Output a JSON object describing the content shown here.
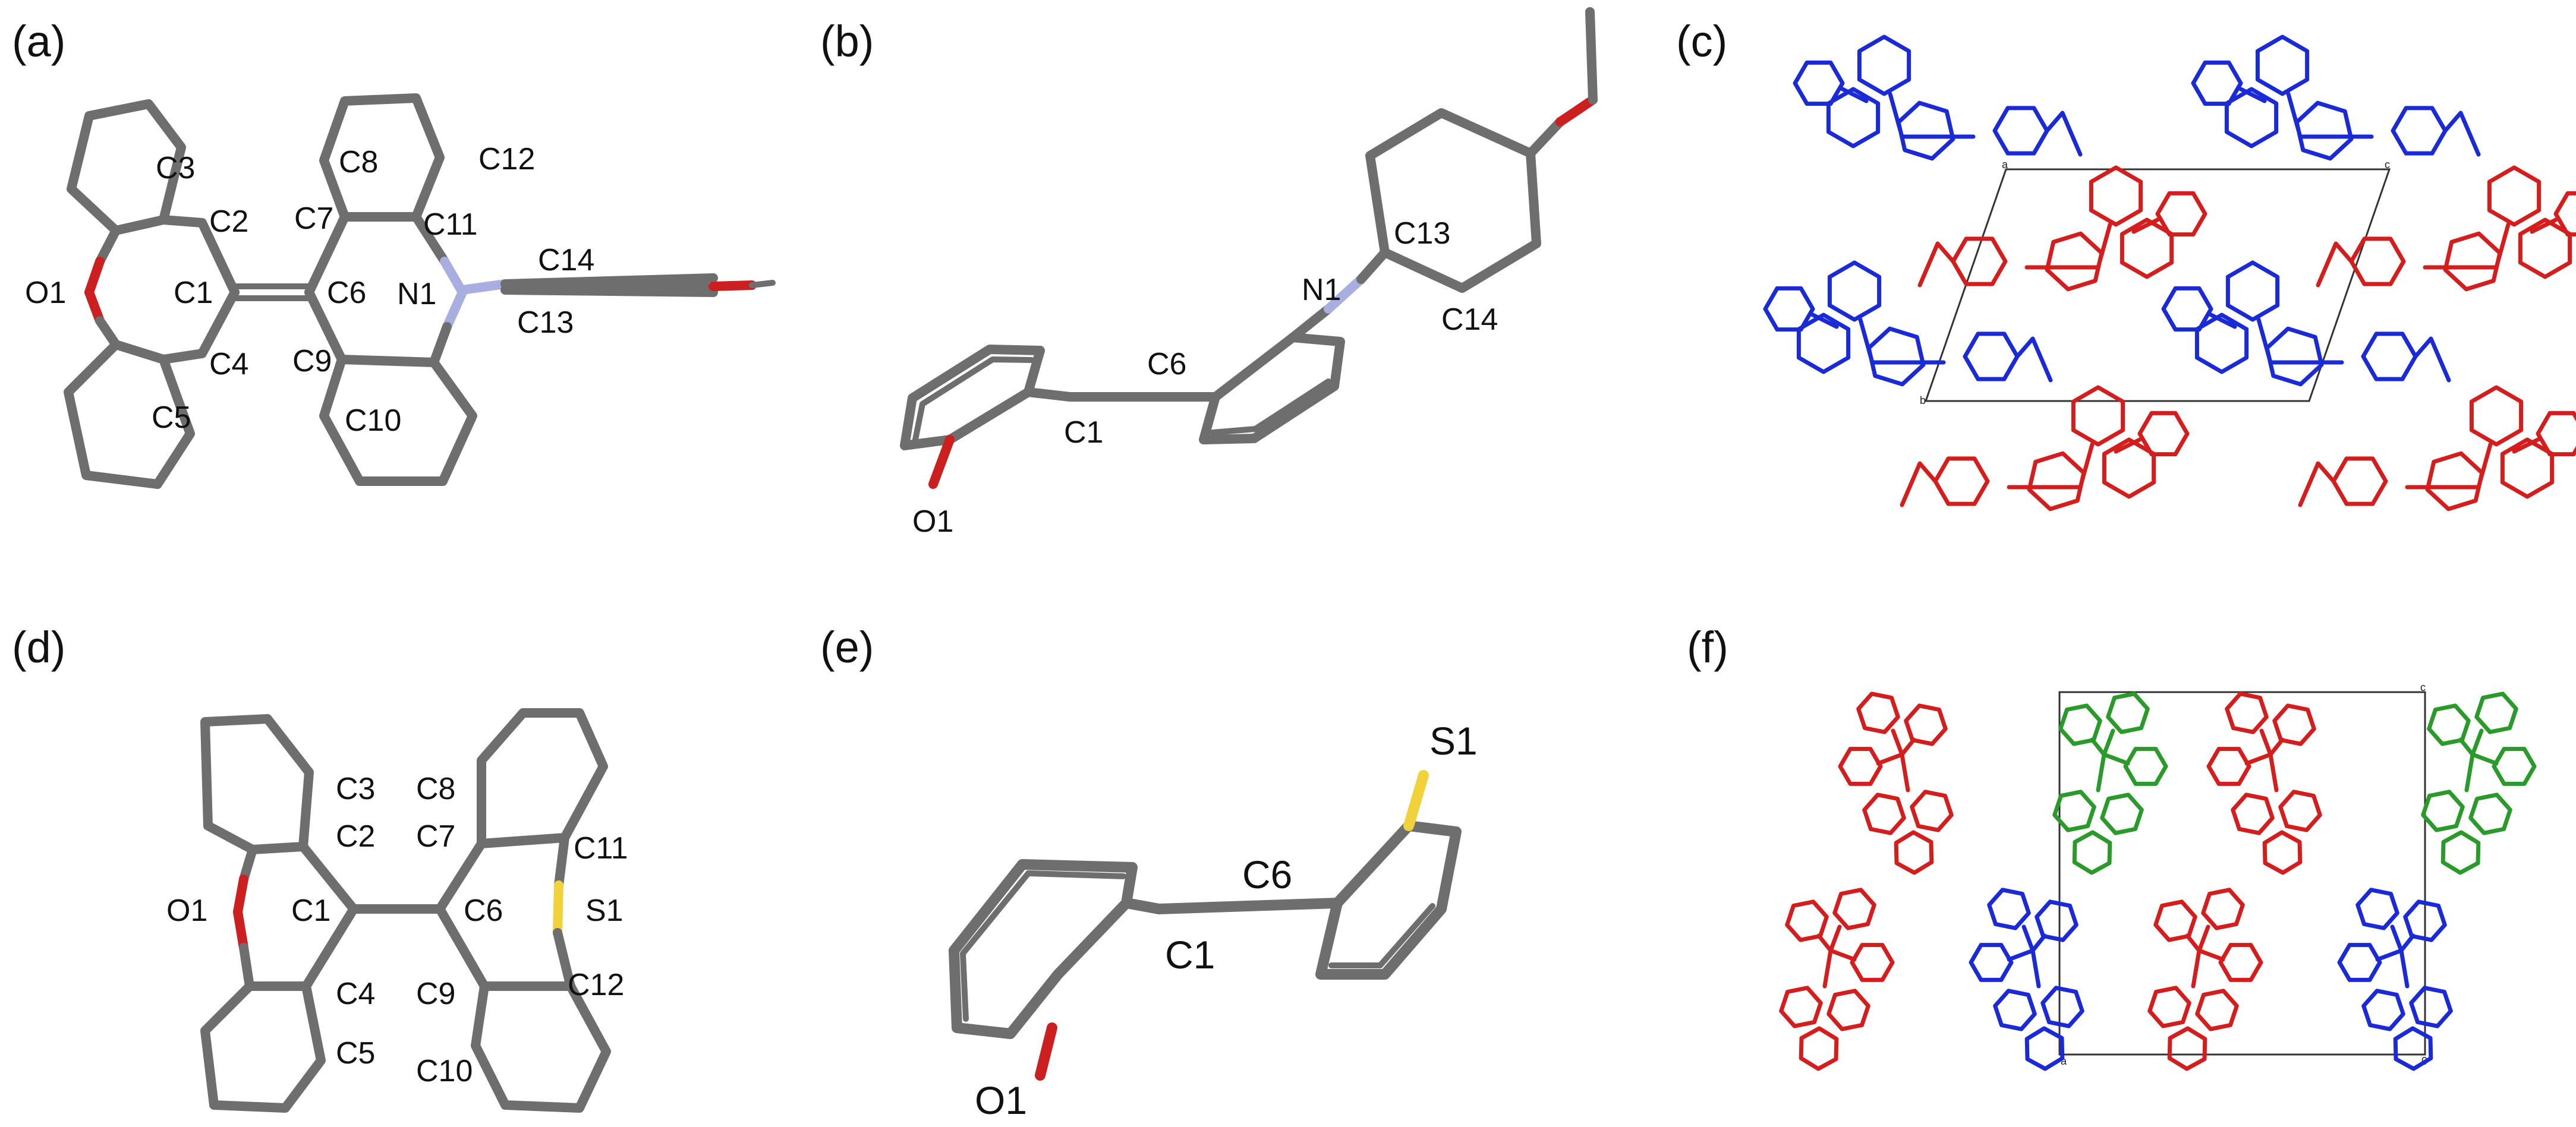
{
  "colors": {
    "carbon": "#6e6e6e",
    "carbon_edge": "#4e4e4e",
    "oxygen": "#cc1f1f",
    "oxygen_dark": "#9a1414",
    "nitrogen": "#a9aee0",
    "sulfur": "#f2d23a",
    "packing_red": "#d41e1e",
    "packing_blue": "#1a2ad6",
    "packing_green": "#2a9a2a",
    "cell": "#333333"
  },
  "panels": {
    "a": {
      "label": "(a)",
      "atoms": [
        "C3",
        "C2",
        "O1",
        "C1",
        "C4",
        "C5",
        "C8",
        "C7",
        "C6",
        "C9",
        "C10",
        "C12",
        "C11",
        "N1",
        "C14",
        "C13"
      ]
    },
    "b": {
      "label": "(b)",
      "atoms": [
        "C6",
        "C1",
        "O1",
        "N1",
        "C13",
        "C14"
      ]
    },
    "c": {
      "label": "(c)",
      "cell_axes": [
        "a",
        "c",
        "b"
      ]
    },
    "d": {
      "label": "(d)",
      "atoms": [
        "C3",
        "C2",
        "O1",
        "C1",
        "C4",
        "C5",
        "C8",
        "C7",
        "C6",
        "C9",
        "C10",
        "C11",
        "S1",
        "C12"
      ]
    },
    "e": {
      "label": "(e)",
      "atoms": [
        "S1",
        "C6",
        "C1",
        "O1"
      ]
    },
    "f": {
      "label": "(f)",
      "cell_axes": [
        "c",
        "a",
        "0"
      ]
    }
  }
}
